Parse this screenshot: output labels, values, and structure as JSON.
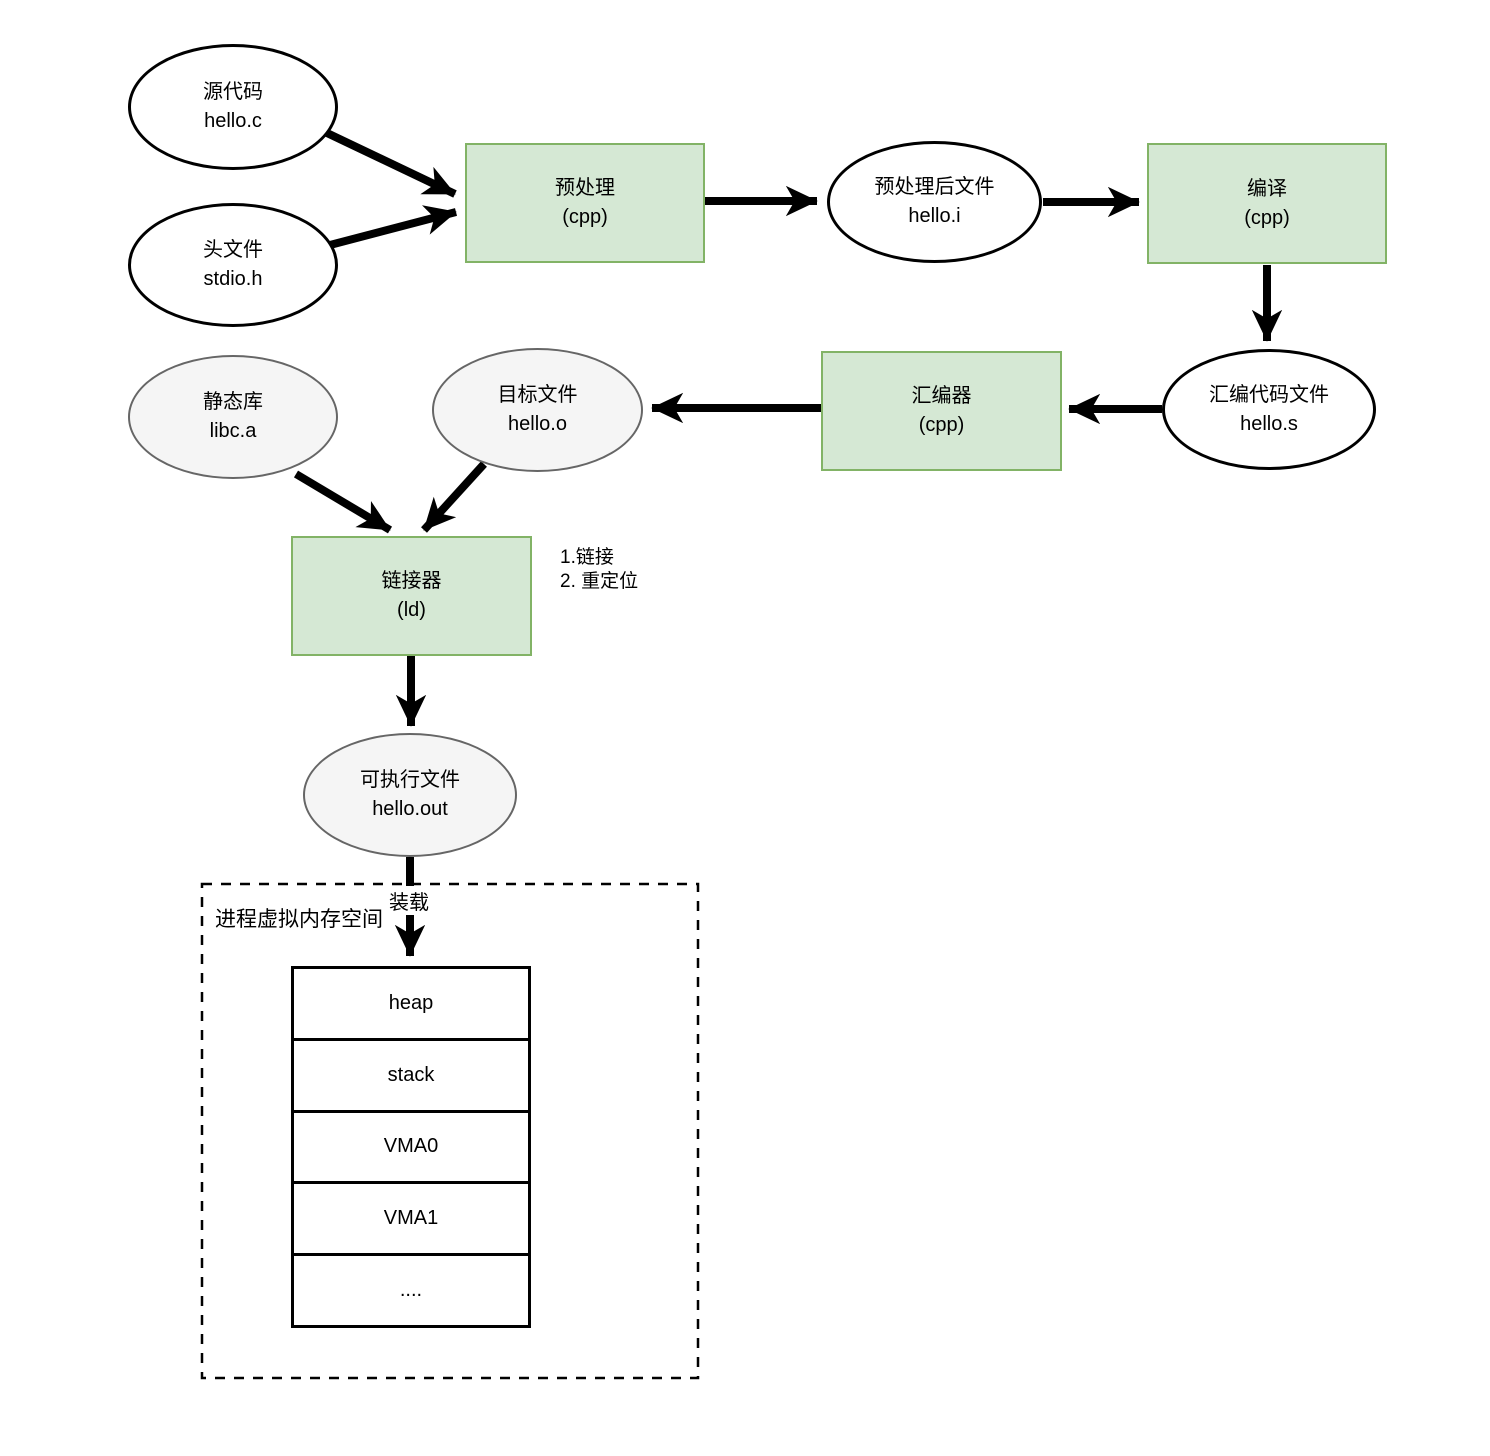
{
  "diagram": {
    "nodes": {
      "source_code": {
        "line1": "源代码",
        "line2": "hello.c"
      },
      "header_file": {
        "line1": "头文件",
        "line2": "stdio.h"
      },
      "preprocessor": {
        "line1": "预处理",
        "line2": "(cpp)"
      },
      "preprocessed_file": {
        "line1": "预处理后文件",
        "line2": "hello.i"
      },
      "compiler": {
        "line1": "编译",
        "line2": "(cpp)"
      },
      "assembly_file": {
        "line1": "汇编代码文件",
        "line2": "hello.s"
      },
      "assembler": {
        "line1": "汇编器",
        "line2": "(cpp)"
      },
      "object_file": {
        "line1": "目标文件",
        "line2": "hello.o"
      },
      "static_library": {
        "line1": "静态库",
        "line2": "libc.a"
      },
      "linker": {
        "line1": "链接器",
        "line2": "(ld)"
      },
      "executable": {
        "line1": "可执行文件",
        "line2": "hello.out"
      }
    },
    "labels": {
      "linker_note_line1": "1.链接",
      "linker_note_line2": "2. 重定位",
      "load": "装载",
      "memory_space": "进程虚拟内存空间"
    },
    "memory_rows": [
      "heap",
      "stack",
      "VMA0",
      "VMA1",
      "...."
    ],
    "colors": {
      "process_fill": "#d5e8d4",
      "process_stroke": "#82b366",
      "artifact_fill": "#f5f5f5",
      "artifact_stroke": "#666666",
      "file_fill": "#ffffff",
      "file_stroke": "#000000",
      "arrow": "#000000"
    }
  }
}
